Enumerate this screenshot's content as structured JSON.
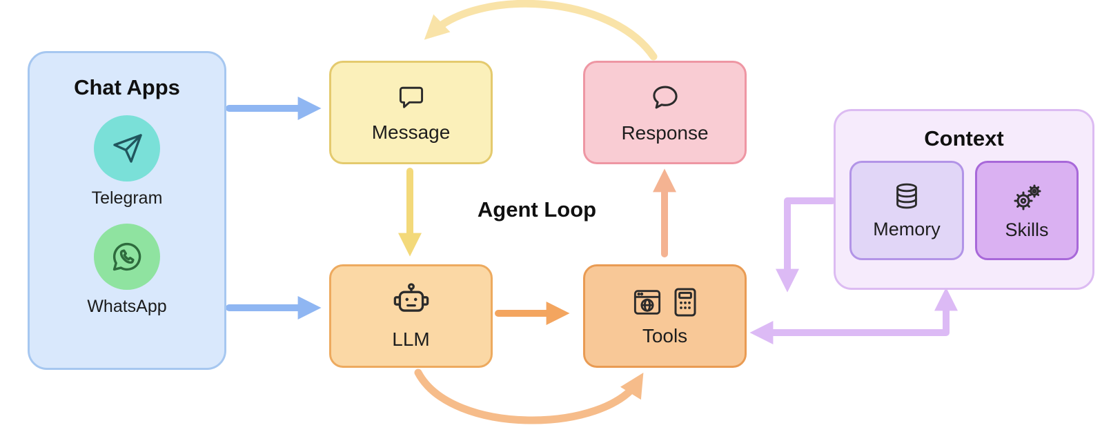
{
  "title": "Agent Loop",
  "chat_apps": {
    "title": "Chat Apps",
    "apps": [
      {
        "label": "Telegram",
        "icon": "telegram-icon",
        "color": "#7ae0d8"
      },
      {
        "label": "WhatsApp",
        "icon": "whatsapp-icon",
        "color": "#8fe3a0"
      }
    ]
  },
  "nodes": {
    "message": {
      "label": "Message",
      "icon": "chat-square-icon",
      "color": "#fbf0ba"
    },
    "response": {
      "label": "Response",
      "icon": "chat-round-icon",
      "color": "#f9ccd3"
    },
    "llm": {
      "label": "LLM",
      "icon": "robot-icon",
      "color": "#fbd8a5"
    },
    "tools": {
      "label": "Tools",
      "icons": [
        "browser-icon",
        "calculator-icon"
      ],
      "color": "#f8c897"
    }
  },
  "context": {
    "title": "Context",
    "children": [
      {
        "label": "Memory",
        "icon": "database-icon",
        "color": "#e1d6f7"
      },
      {
        "label": "Skills",
        "icon": "gears-icon",
        "color": "#dab1f2"
      }
    ]
  },
  "edges": [
    {
      "from": "Chat Apps",
      "to": "Message",
      "color": "#8fb6f2"
    },
    {
      "from": "Chat Apps",
      "to": "LLM",
      "color": "#8fb6f2"
    },
    {
      "from": "Message",
      "to": "LLM",
      "color": "#f3d97a"
    },
    {
      "from": "LLM",
      "to": "Tools",
      "color": "#f3a55f"
    },
    {
      "from": "Tools",
      "to": "Response",
      "color": "#f4b392"
    },
    {
      "from": "Response",
      "to": "Message",
      "color": "#f9e3a8",
      "style": "curved"
    },
    {
      "from": "LLM",
      "to": "Tools",
      "color": "#f6bc8a",
      "style": "curved"
    },
    {
      "from": "Context",
      "to": "Tools",
      "color": "#dcbaf5",
      "style": "elbow"
    },
    {
      "from": "Context",
      "to": "Tools",
      "color": "#dcbaf5",
      "style": "elbow"
    },
    {
      "from": "Tools",
      "to": "Context",
      "color": "#dcbaf5",
      "style": "elbow"
    }
  ]
}
